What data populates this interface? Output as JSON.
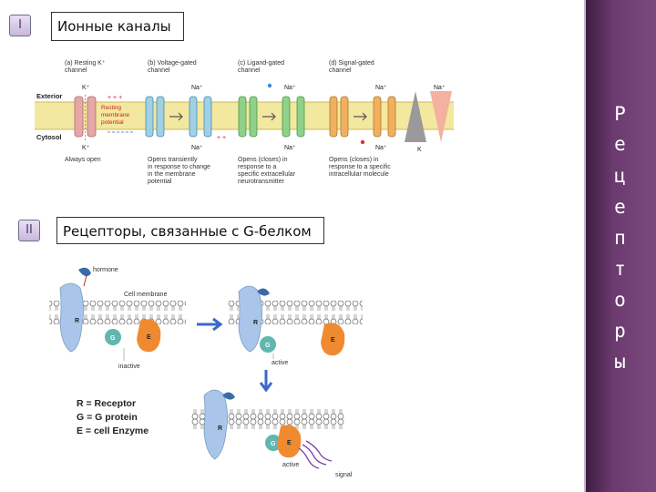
{
  "section1": {
    "marker": "I",
    "title": "Ионные каналы",
    "figure": {
      "panel_a_label": "(a) Resting K⁺",
      "panel_a_label2": "channel",
      "panel_b_label": "(b) Voltage-gated",
      "panel_b_label2": "channel",
      "panel_c_label": "(c) Ligand-gated",
      "panel_c_label2": "channel",
      "panel_d_label": "(d) Signal-gated",
      "panel_d_label2": "channel",
      "exterior": "Exterior",
      "cytosol": "Cytosol",
      "k_top": "K⁺",
      "k_bottom": "K⁺",
      "na_b_top": "Na⁺",
      "na_b_bottom": "Na⁺",
      "na_c_top": "Na⁺",
      "na_c_bottom": "Na⁺",
      "na_d_top": "Na⁺",
      "na_d_bottom": "Na⁺",
      "na_right": "Na⁺",
      "k_right": "K",
      "resting1": "Resting",
      "resting2": "membrane",
      "resting3": "potential",
      "plus_top": "+ + +",
      "plus_bottom": "+ +",
      "caption_a": "Always open",
      "caption_b1": "Opens transiently",
      "caption_b2": "in response to change",
      "caption_b3": "in the membrane",
      "caption_b4": "potential",
      "caption_c1": "Opens (closes) in",
      "caption_c2": "response to a",
      "caption_c3": "specific extracellular",
      "caption_c4": "neurotransmitter",
      "caption_d1": "Opens (closes) in",
      "caption_d2": "response to a specific",
      "caption_d3": "intracellular molecule"
    }
  },
  "section2": {
    "marker": "II",
    "title": "Рецепторы, связанные с G-белком",
    "figure": {
      "hormone": "hormone",
      "cell_membrane": "Cell membrane",
      "r": "R",
      "g": "G",
      "e": "E",
      "inactive": "inactive",
      "active1": "active",
      "active2": "active",
      "signal": "signal",
      "legend1": "R = Receptor",
      "legend2": "G = G protein",
      "legend3": "E = cell Enzyme"
    }
  },
  "side_word": [
    "Р",
    "е",
    "ц",
    "е",
    "п",
    "т",
    "о",
    "р",
    "ы"
  ],
  "colors": {
    "rail": "#5a2f5e",
    "membrane": "#f3e8a0",
    "channel_pink": "#e6a7a7",
    "channel_blue": "#9fd0e6",
    "channel_green": "#8fd08a",
    "channel_orange": "#f0b060",
    "receptor": "#a9c6ea",
    "g_protein": "#5fb7b0",
    "enzyme": "#f08a30"
  }
}
